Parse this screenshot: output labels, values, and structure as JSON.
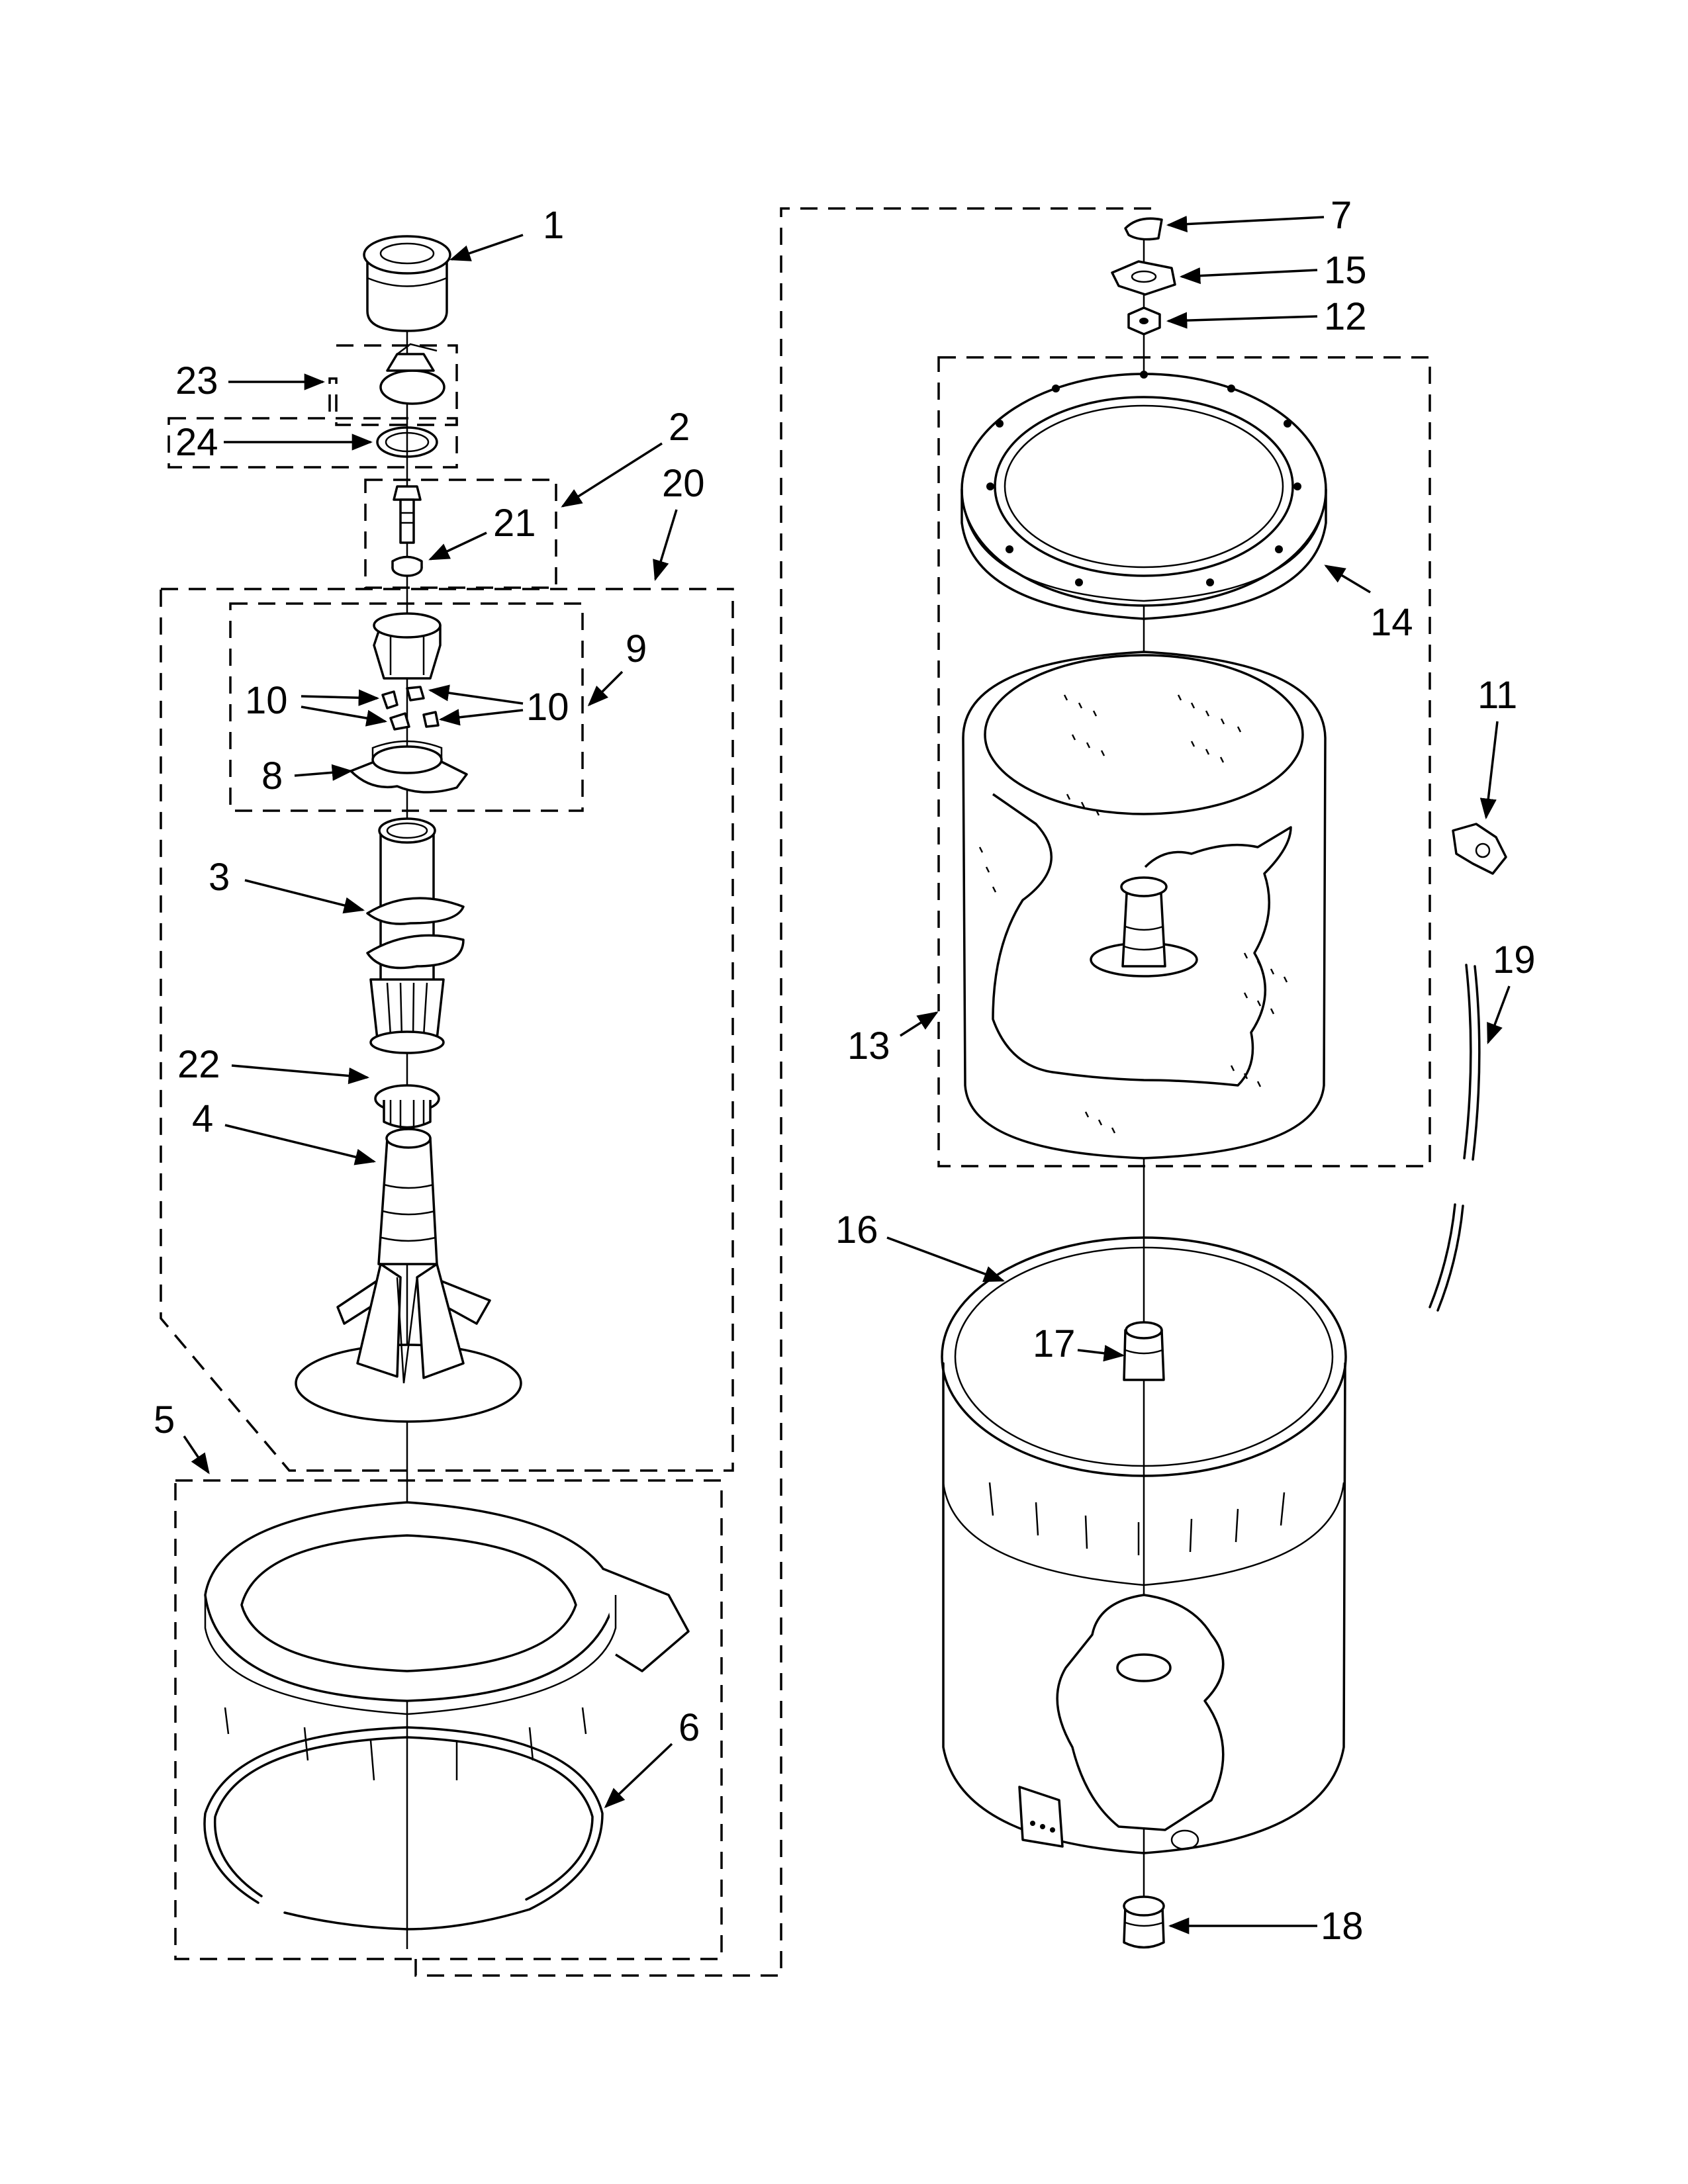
{
  "callouts": {
    "c1": "1",
    "c2": "2",
    "c3": "3",
    "c4": "4",
    "c5": "5",
    "c6": "6",
    "c7": "7",
    "c8": "8",
    "c9": "9",
    "c10a": "10",
    "c10b": "10",
    "c11": "11",
    "c12": "12",
    "c13": "13",
    "c14": "14",
    "c15": "15",
    "c16": "16",
    "c17": "17",
    "c18": "18",
    "c19": "19",
    "c20": "20",
    "c21": "21",
    "c22": "22",
    "c23": "23",
    "c24": "24"
  }
}
